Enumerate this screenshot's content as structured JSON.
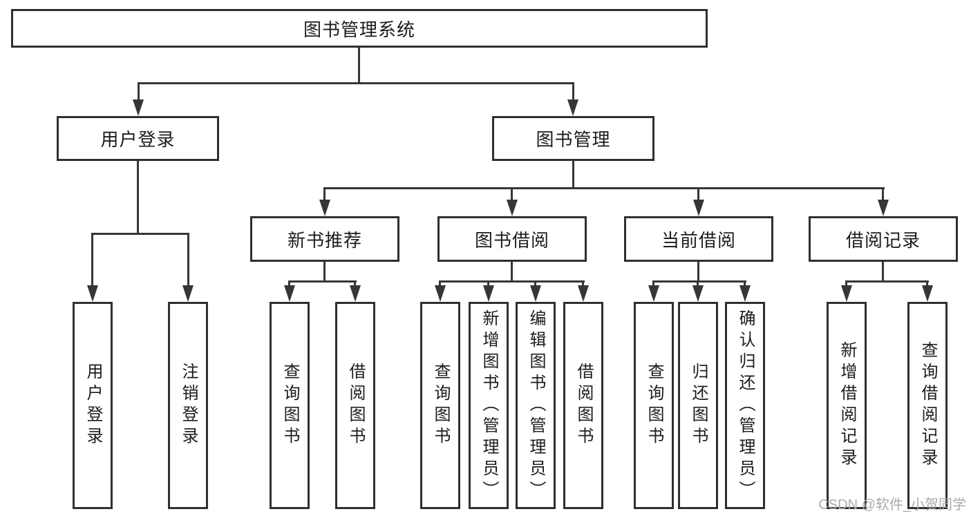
{
  "diagram_title": "图书管理系统",
  "tree": {
    "root": {
      "label": "图书管理系统",
      "children": [
        {
          "label": "用户登录",
          "children": [
            {
              "label": "用户登录"
            },
            {
              "label": "注销登录"
            }
          ]
        },
        {
          "label": "图书管理",
          "children": [
            {
              "label": "新书推荐",
              "children": [
                {
                  "label": "查询图书"
                },
                {
                  "label": "借阅图书"
                }
              ]
            },
            {
              "label": "图书借阅",
              "children": [
                {
                  "label": "查询图书"
                },
                {
                  "label": "新增图书（管理员）"
                },
                {
                  "label": "编辑图书（管理员）"
                },
                {
                  "label": "借阅图书"
                }
              ]
            },
            {
              "label": "当前借阅",
              "children": [
                {
                  "label": "查询图书"
                },
                {
                  "label": "归还图书"
                },
                {
                  "label": "确认归还（管理员）"
                }
              ]
            },
            {
              "label": "借阅记录",
              "children": [
                {
                  "label": "新增借阅记录"
                },
                {
                  "label": "查询借阅记录"
                }
              ]
            }
          ]
        }
      ]
    }
  },
  "watermark": "CSDN @软件_小贺同学",
  "colors": {
    "line": "#363636",
    "box_border": "#2f2f2f",
    "text": "#1c1c1c",
    "watermark_text": "#aaaaaa",
    "background": "#ffffff"
  }
}
